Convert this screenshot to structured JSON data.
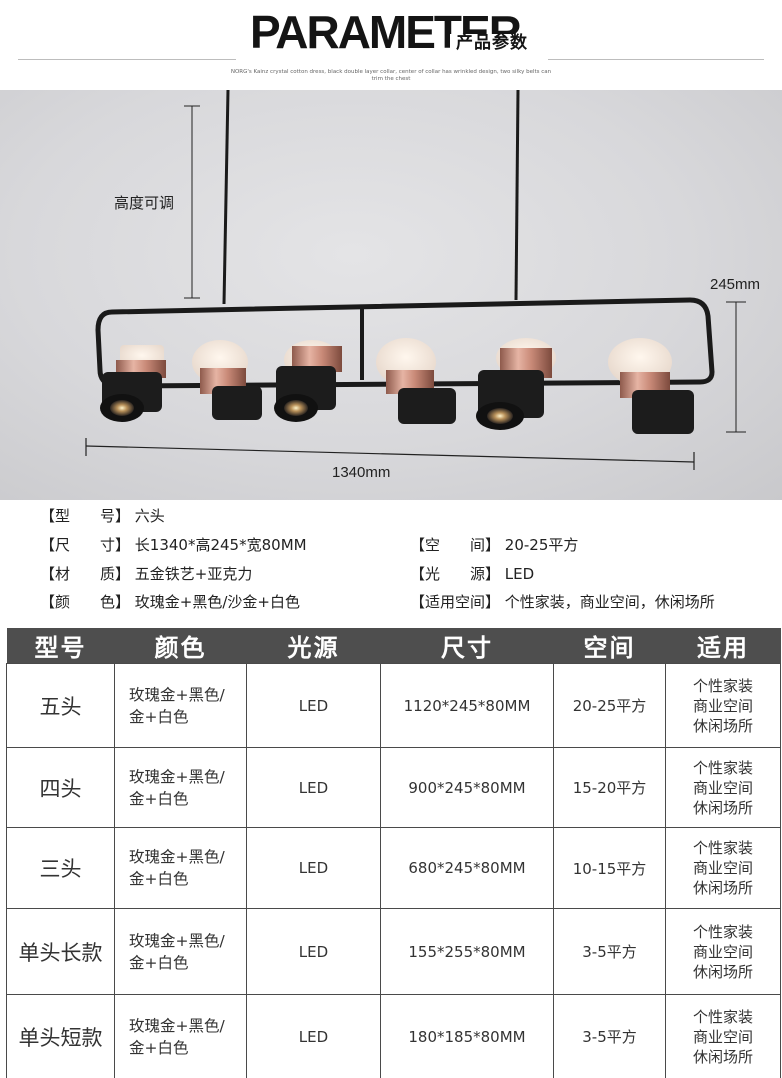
{
  "header": {
    "title": "PARAMETER",
    "title_cn": "产品参数",
    "subtitle": "NORG's Kainz crystal cotton dress, black double layer collar, center of collar has wrinkled design, two silky belts can trim the chest"
  },
  "photo": {
    "label_height": "高度可调",
    "label_245": "245mm",
    "label_1340": "1340mm"
  },
  "specs": [
    {
      "label": "【型　　号】",
      "value": "六头"
    },
    {
      "label": "【尺　　寸】",
      "value": "长1340*高245*宽80MM"
    },
    {
      "label": "【材　　质】",
      "value": "五金铁艺+亚克力"
    },
    {
      "label": "【颜　　色】",
      "value": "玫瑰金+黑色/沙金+白色"
    },
    {
      "label": "【空　　间】",
      "value": "20-25平方"
    },
    {
      "label": "【光　　源】",
      "value": "LED"
    },
    {
      "label": "【适用空间】",
      "value": "个性家装，商业空间，休闲场所"
    }
  ],
  "table": {
    "headers": [
      "型号",
      "颜色",
      "光源",
      "尺寸",
      "空间",
      "适用"
    ],
    "rows": [
      {
        "model": "五头",
        "color1": "玫瑰金+黑色/",
        "color2": "金+白色",
        "light": "LED",
        "size": "1120*245*80MM",
        "space": "20-25平方",
        "use1": "个性家装",
        "use2": "商业空间",
        "use3": "休闲场所"
      },
      {
        "model": "四头",
        "color1": "玫瑰金+黑色/",
        "color2": "金+白色",
        "light": "LED",
        "size": "900*245*80MM",
        "space": "15-20平方",
        "use1": "个性家装",
        "use2": "商业空间",
        "use3": "休闲场所"
      },
      {
        "model": "三头",
        "color1": "玫瑰金+黑色/",
        "color2": "金+白色",
        "light": "LED",
        "size": "680*245*80MM",
        "space": "10-15平方",
        "use1": "个性家装",
        "use2": "商业空间",
        "use3": "休闲场所"
      },
      {
        "model": "单头长款",
        "color1": "玫瑰金+黑色/",
        "color2": "金+白色",
        "light": "LED",
        "size": "155*255*80MM",
        "space": "3-5平方",
        "use1": "个性家装",
        "use2": "商业空间",
        "use3": "休闲场所"
      },
      {
        "model": "单头短款",
        "color1": "玫瑰金+黑色/",
        "color2": "金+白色",
        "light": "LED",
        "size": "180*185*80MM",
        "space": "3-5平方",
        "use1": "个性家装",
        "use2": "商业空间",
        "use3": "休闲场所"
      }
    ]
  },
  "colors": {
    "table_header_bg": "#4e4e4e",
    "rose_gold": "#c98a78",
    "lamp_black": "#1c1c1c"
  }
}
